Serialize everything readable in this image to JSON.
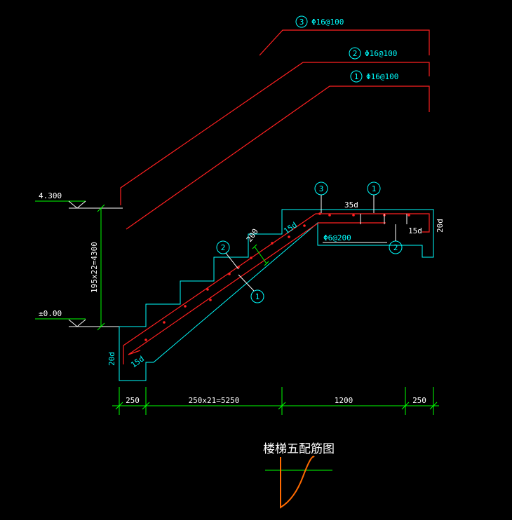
{
  "title": "楼梯五配筋图",
  "rebar_callouts": [
    {
      "number": "3",
      "spec": "Φ16@100"
    },
    {
      "number": "2",
      "spec": "Φ16@100"
    },
    {
      "number": "1",
      "spec": "Φ16@100"
    }
  ],
  "elevations": {
    "top": "4.300",
    "bottom": "±0.00"
  },
  "dimensions": {
    "riser_total": "195x22=4300",
    "run_1": "250",
    "run_2": "250x21=5250",
    "run_3": "1200",
    "run_4": "250",
    "slab_thickness": "200"
  },
  "anchorage": {
    "lower_vertical": "20d",
    "lower_slope": "15d",
    "upper_slope": "15d",
    "upper_horizontal": "35d",
    "upper_hook": "15d",
    "upper_vertical": "20d"
  },
  "distribution_bar": "Φ6@200",
  "section_markers": {
    "m1": "3",
    "m2": "1",
    "m3": "2",
    "m4": "2",
    "m5": "1"
  },
  "colors": {
    "rebar": "#ff2020",
    "outline": "#00ffff",
    "dimension": "#00ff00",
    "text": "#ffffff",
    "diagram": "#ff6a00"
  }
}
